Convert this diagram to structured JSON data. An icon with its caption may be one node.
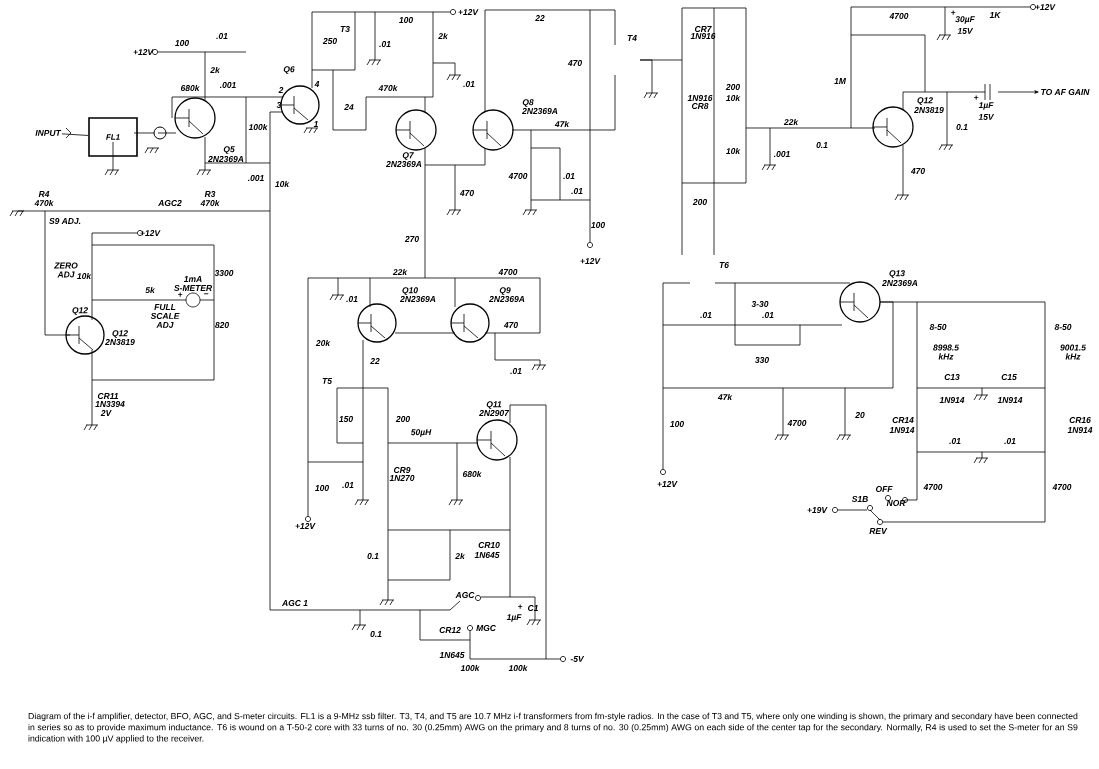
{
  "diagram": {
    "caption": "Diagram of the i-f amplifier, detector, BFO, AGC, and S-meter circuits. FL1 is a 9-MHz ssb filter. T3, T4, and T5 are 10.7 MHz i-f transformers from fm-style radios. In the case of T3 and T5, where only one winding is shown, the primary and secondary have been connected in series so as to provide maximum inductance. T6 is wound on a T-50-2 core with 33 turns of no. 30 (0.25mm) AWG on the primary and 8 turns of no. 30 (0.25mm) AWG on each side of the center tap for the secondary. Normally, R4 is used to set the S-meter for an S9 indication with 100 µV applied to the receiver.",
    "nodes": [
      {
        "text": [
          "FL1"
        ]
      },
      {
        "text": [
          "INPUT"
        ]
      },
      {
        "text": [
          "TO AF GAIN"
        ]
      }
    ],
    "edges": [
      {
        "from": 1,
        "to": 0,
        "arrow": "none"
      },
      {
        "from": null,
        "to": 2,
        "arrow": "to"
      }
    ],
    "labels": [
      "+12V",
      "100",
      ".01",
      "2k",
      "680k",
      ".001",
      "Q6",
      "4",
      "2",
      "3",
      "100k",
      "1",
      "Q5",
      "2N2369A",
      ".001",
      "10k",
      "R4",
      "470k",
      "AGC2",
      "R3",
      "470k",
      "S9 ADJ.",
      "+12V",
      "ZERO ADJ",
      "10k",
      "1mA",
      "S-METER",
      "+",
      "−",
      "5k",
      "FULL SCALE ADJ",
      "3300",
      "820",
      "Q12",
      "Q12",
      "2N3819",
      "CR11",
      "1N3394",
      "2V",
      "T3",
      "250",
      ".01",
      "100",
      "+12V",
      "2k",
      ".01",
      "24",
      "470k",
      "Q7",
      "2N2369A",
      "470",
      "270",
      "22",
      "470",
      "T4",
      "Q8",
      "2N2369A",
      "47k",
      "4700",
      ".01",
      ".01",
      "100",
      "+12V",
      "CR7",
      "1N916",
      "1N916",
      "CR8",
      "200",
      "10k",
      "10k",
      ".001",
      "22k",
      "0.1",
      "1M",
      "4700",
      "+",
      "30µF",
      "15V",
      "1K",
      "+12V",
      "Q12",
      "2N3819",
      "+",
      "1µF",
      "15V",
      "0.1",
      "470",
      "200",
      "T6",
      "Q13",
      "2N2369A",
      "3-30",
      ".01",
      ".01",
      "330",
      "8-50",
      "8998.5 kHz",
      "8-50",
      "9001.5 kHz",
      "C13",
      "1N914",
      "C15",
      "1N914",
      "CR14",
      "1N914",
      "CR16",
      "1N914",
      "47k",
      "100",
      "4700",
      "20",
      ".01",
      ".01",
      "+12V",
      "OFF",
      "4700",
      "4700",
      "S1B",
      "NOR",
      "+19V",
      "REV",
      "22k",
      "4700",
      ".01",
      "Q10",
      "2N2369A",
      "Q9",
      "2N2369A",
      "470",
      ".01",
      "20k",
      "22",
      "T5",
      "150",
      "200",
      "50µH",
      "Q11",
      "2N2907",
      "CR9",
      "1N270",
      "680k",
      ".01",
      "100",
      "+12V",
      "0.1",
      "2k",
      "CR10",
      "1N645",
      "AGC",
      "AGC 1",
      "+",
      "1µF",
      "C1",
      "0.1",
      "CR12",
      "1N645",
      "MGC",
      "100k",
      "100k",
      "-5V"
    ]
  }
}
